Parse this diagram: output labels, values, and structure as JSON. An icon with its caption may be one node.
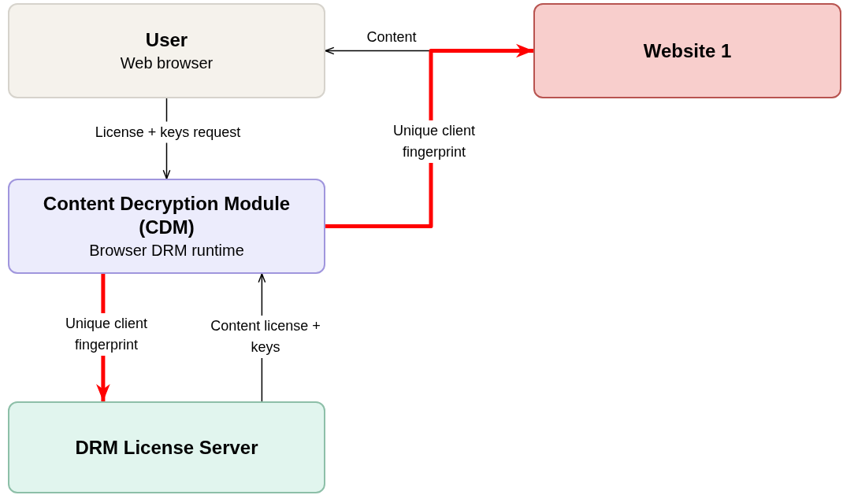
{
  "diagram": {
    "nodes": [
      {
        "text": [
          "User",
          "Web browser"
        ]
      },
      {
        "text": [
          "Website 1"
        ]
      },
      {
        "text": [
          "Content Decryption Module (CDM)",
          "Browser DRM runtime"
        ]
      },
      {
        "text": [
          "DRM License Server"
        ]
      }
    ],
    "edges": [
      {
        "from": 1,
        "to": 0,
        "arrow": "to",
        "label": "Content"
      },
      {
        "from": 0,
        "to": 2,
        "arrow": "to",
        "label": "License + keys request"
      },
      {
        "from": 2,
        "to": 1,
        "arrow": "to",
        "label": "Unique client fingerprint",
        "style": "thick",
        "color": "#ff0000"
      },
      {
        "from": 2,
        "to": 3,
        "arrow": "to",
        "label": "Unique client fingerprint",
        "style": "thick",
        "color": "#ff0000"
      },
      {
        "from": 3,
        "to": 2,
        "arrow": "to",
        "label": "Content license + keys"
      }
    ]
  }
}
